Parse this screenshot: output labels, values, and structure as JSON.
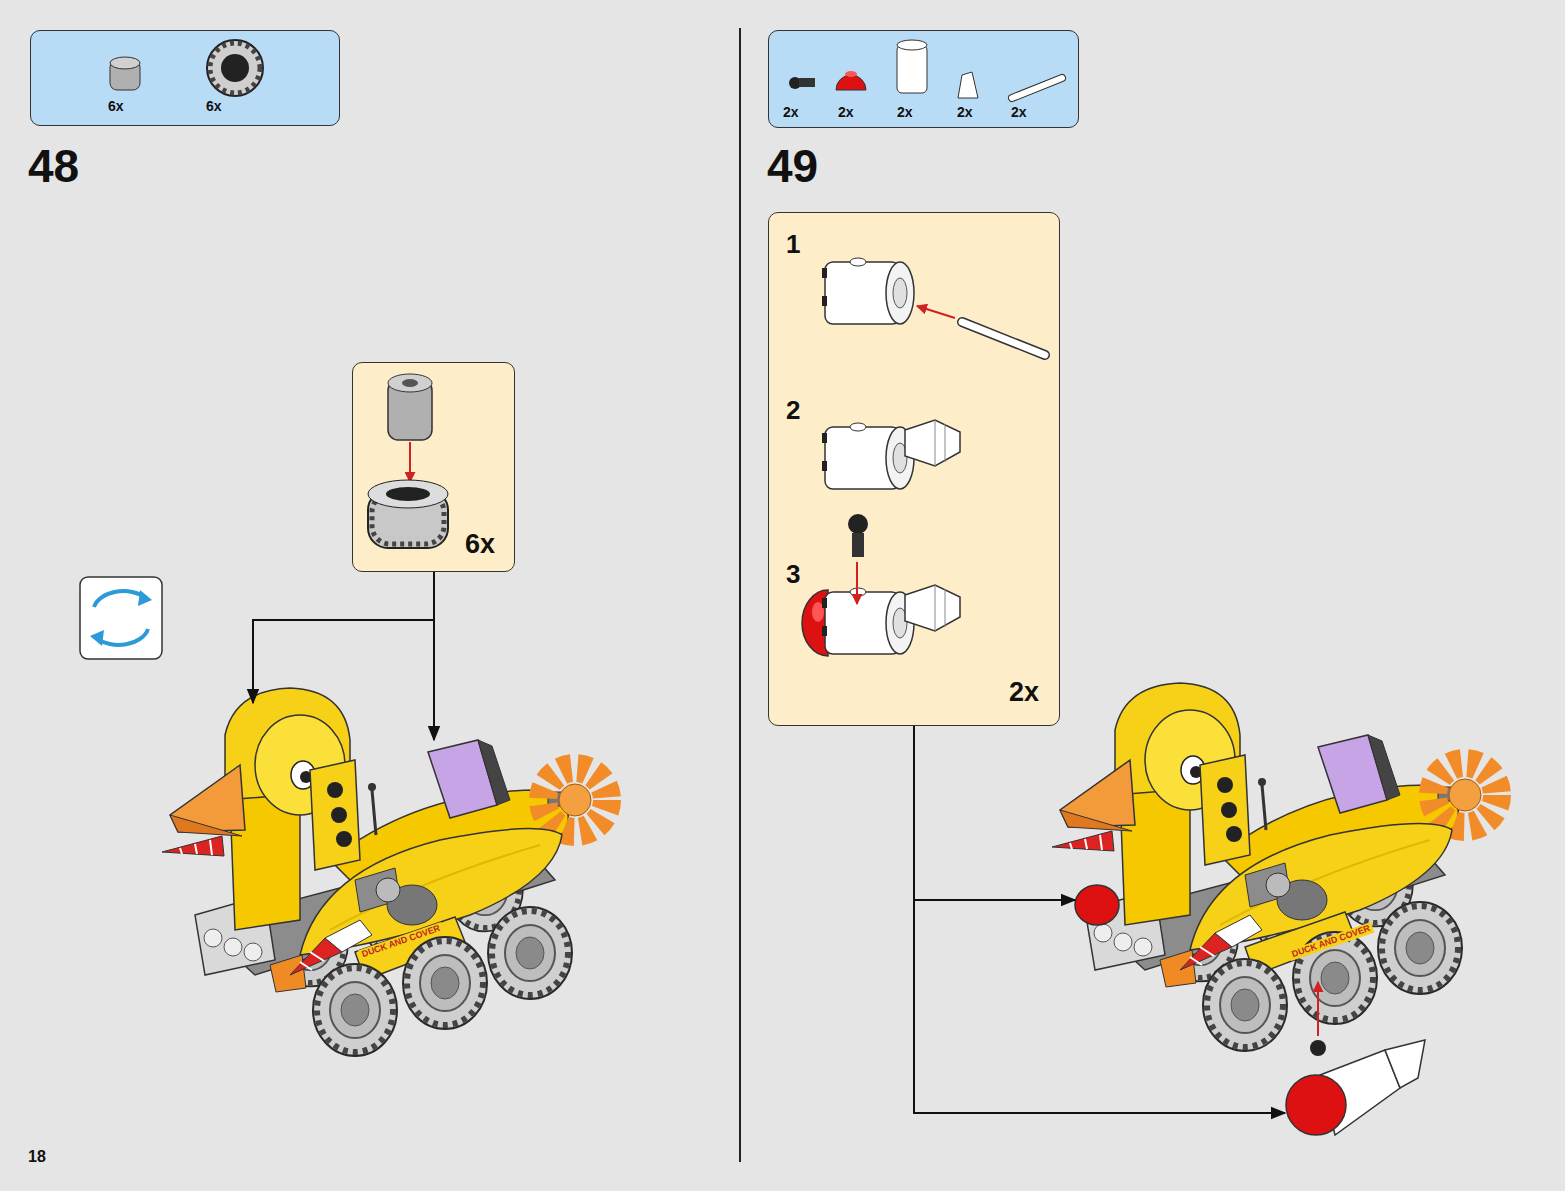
{
  "diagram": {
    "nodes": [
      {
        "text": [
          "6x",
          "6x"
        ]
      },
      {
        "text": [
          "6x"
        ]
      },
      {
        "text": [
          "DUCK AND COVER"
        ]
      },
      {
        "text": [
          "2x",
          "2x",
          "2x",
          "2x",
          "2x"
        ]
      },
      {
        "text": [
          "1",
          "2",
          "3",
          "2x"
        ]
      },
      {
        "text": [
          "DUCK AND COVER"
        ]
      }
    ],
    "edges": [
      {
        "from": 1,
        "to": 2,
        "arrow": "to"
      },
      {
        "from": 4,
        "to": 5,
        "arrow": "to"
      }
    ],
    "labels": [
      "48",
      "49",
      "18"
    ]
  }
}
